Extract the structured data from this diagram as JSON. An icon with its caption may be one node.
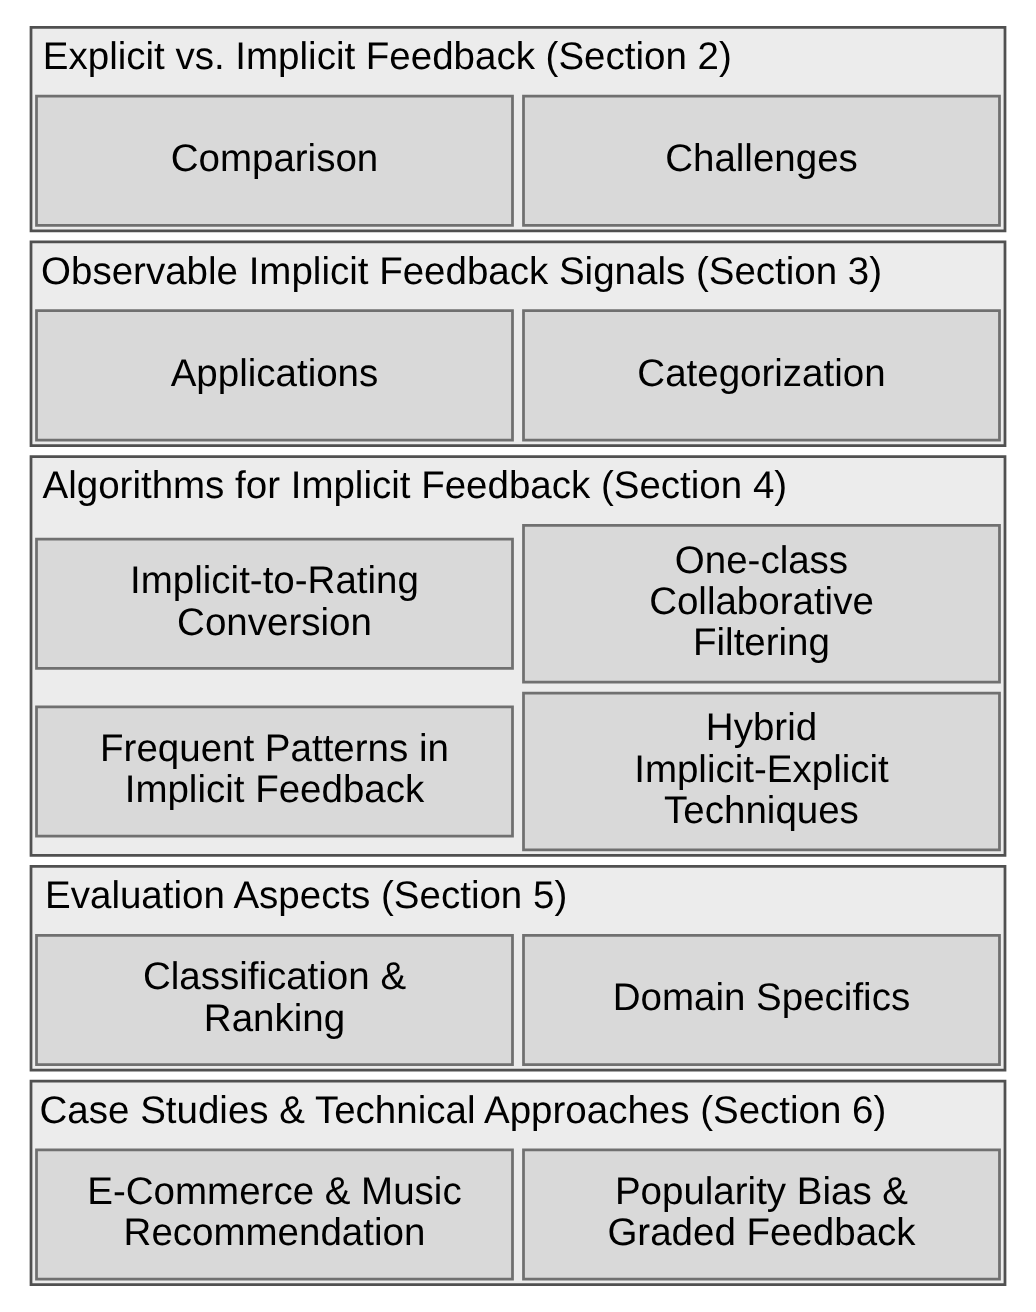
{
  "diagram": {
    "nodes": [
      {
        "text": [
          "Explicit vs. Implicit Feedback (Section 2)"
        ]
      },
      {
        "text": [
          "Comparison"
        ],
        "in": 0
      },
      {
        "text": [
          "Challenges"
        ],
        "in": 0
      },
      {
        "text": [
          "Observable Implicit Feedback Signals (Section 3)"
        ]
      },
      {
        "text": [
          "Applications"
        ],
        "in": 3
      },
      {
        "text": [
          "Categorization"
        ],
        "in": 3
      },
      {
        "text": [
          "Algorithms for Implicit Feedback (Section 4)"
        ]
      },
      {
        "text": [
          "Implicit-to-Rating Conversion"
        ],
        "in": 6
      },
      {
        "text": [
          "One-class Collaborative Filtering"
        ],
        "in": 6
      },
      {
        "text": [
          "Frequent Patterns in Implicit Feedback"
        ],
        "in": 6
      },
      {
        "text": [
          "Hybrid Implicit-Explicit Techniques"
        ],
        "in": 6
      },
      {
        "text": [
          "Evaluation Aspects (Section 5)"
        ]
      },
      {
        "text": [
          "Classification & Ranking"
        ],
        "in": 11
      },
      {
        "text": [
          "Domain Specifics"
        ],
        "in": 11
      },
      {
        "text": [
          "Case Studies & Technical Approaches (Section 6)"
        ]
      },
      {
        "text": [
          "E-Commerce & Music Recommendation"
        ],
        "in": 14
      },
      {
        "text": [
          "Popularity Bias & Graded Feedback"
        ],
        "in": 14
      }
    ],
    "edges": []
  }
}
